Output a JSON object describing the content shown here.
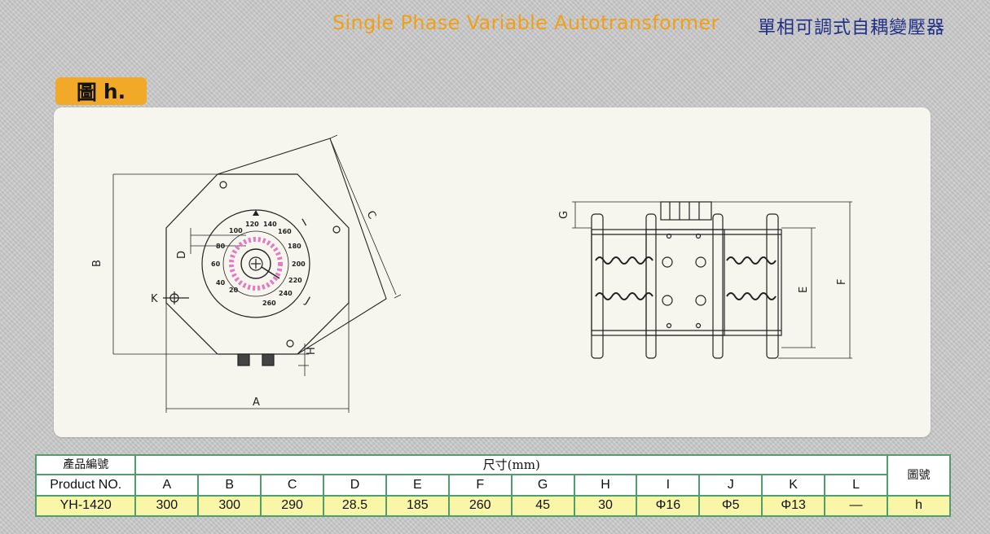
{
  "header": {
    "title_en": "Single Phase Variable Autotransformer",
    "title_zh": "單相可調式自耦變壓器"
  },
  "figure": {
    "tag_char": "圖",
    "tag_letter": "h."
  },
  "drawing": {
    "front_labels": {
      "A": "A",
      "B": "B",
      "C": "C",
      "D": "D",
      "H": "H",
      "I": "I",
      "J": "J",
      "K": "K"
    },
    "side_labels": {
      "E": "E",
      "F": "F",
      "G": "G"
    },
    "dial_ticks": [
      "20",
      "40",
      "60",
      "80",
      "100",
      "120",
      "140",
      "160",
      "180",
      "200",
      "220",
      "240",
      "260"
    ]
  },
  "table": {
    "product_label_zh": "產品編號",
    "product_label_en": "Product NO.",
    "dimension_label": "尺寸(mm)",
    "figure_label": "圖號",
    "columns": [
      "A",
      "B",
      "C",
      "D",
      "E",
      "F",
      "G",
      "H",
      "I",
      "J",
      "K",
      "L"
    ],
    "rows": [
      {
        "model": "YH-1420",
        "values": [
          "300",
          "300",
          "290",
          "28.5",
          "185",
          "260",
          "45",
          "30",
          "Φ16",
          "Φ5",
          "Φ13",
          "—"
        ],
        "figure": "h"
      }
    ]
  }
}
